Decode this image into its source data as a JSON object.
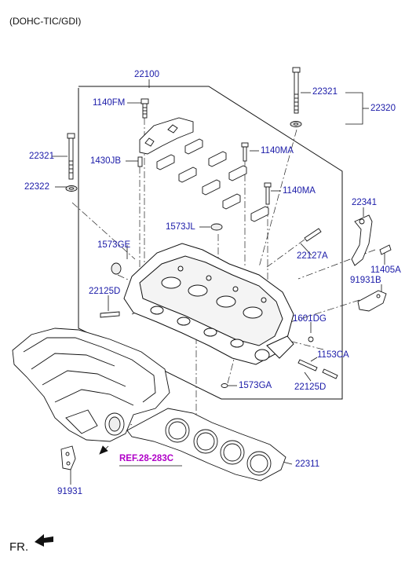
{
  "header": {
    "variant": "(DOHC-TIC/GDI)"
  },
  "labels": {
    "head_assy": "22100",
    "bolt_1140FM": "1140FM",
    "bolt_22321_right": "22321",
    "group_22320": "22320",
    "bolt_22321_left": "22321",
    "washer_22322": "22322",
    "pin_1430JB": "1430JB",
    "bolt_1140MA_a": "1140MA",
    "bolt_1140MA_b": "1140MA",
    "plug_1573JL": "1573JL",
    "seal_1573GE": "1573GE",
    "stud_22127A": "22127A",
    "bracket_22341": "22341",
    "bolt_11405A": "11405A",
    "bracket_91931B": "91931B",
    "stud_22125D_left": "22125D",
    "plug_1601DG": "1601DG",
    "bolt_1153CA": "1153CA",
    "plug_1573GA": "1573GA",
    "stud_22125D_right": "22125D",
    "gasket_22311": "22311",
    "bracket_91931": "91931"
  },
  "reference": "REF.28-283C",
  "orientation": "FR."
}
